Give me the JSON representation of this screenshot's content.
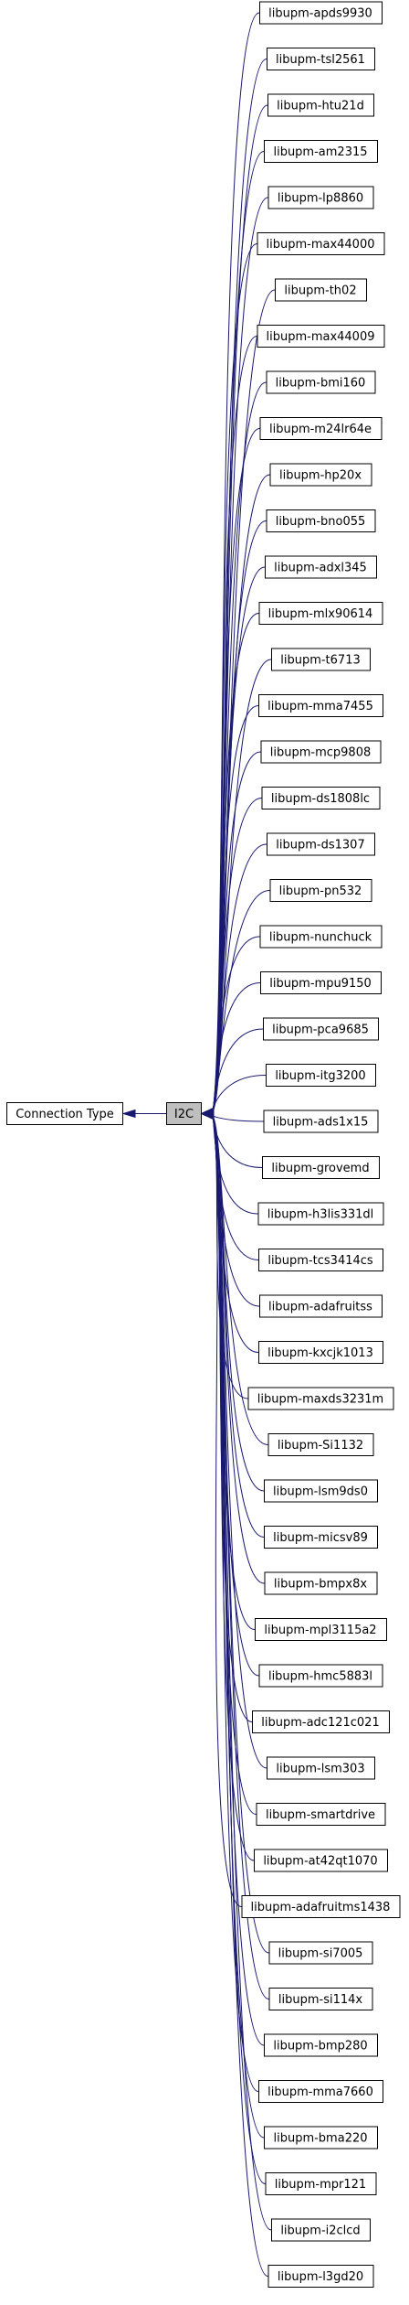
{
  "graph": {
    "root": "Connection Type",
    "center": "I2C",
    "children": [
      "libupm-apds9930",
      "libupm-tsl2561",
      "libupm-htu21d",
      "libupm-am2315",
      "libupm-lp8860",
      "libupm-max44000",
      "libupm-th02",
      "libupm-max44009",
      "libupm-bmi160",
      "libupm-m24lr64e",
      "libupm-hp20x",
      "libupm-bno055",
      "libupm-adxl345",
      "libupm-mlx90614",
      "libupm-t6713",
      "libupm-mma7455",
      "libupm-mcp9808",
      "libupm-ds1808lc",
      "libupm-ds1307",
      "libupm-pn532",
      "libupm-nunchuck",
      "libupm-mpu9150",
      "libupm-pca9685",
      "libupm-itg3200",
      "libupm-ads1x15",
      "libupm-grovemd",
      "libupm-h3lis331dl",
      "libupm-tcs3414cs",
      "libupm-adafruitss",
      "libupm-kxcjk1013",
      "libupm-maxds3231m",
      "libupm-Si1132",
      "libupm-lsm9ds0",
      "libupm-micsv89",
      "libupm-bmpx8x",
      "libupm-mpl3115a2",
      "libupm-hmc5883l",
      "libupm-adc121c021",
      "libupm-lsm303",
      "libupm-smartdrive",
      "libupm-at42qt1070",
      "libupm-adafruitms1438",
      "libupm-si7005",
      "libupm-si114x",
      "libupm-bmp280",
      "libupm-mma7660",
      "libupm-bma220",
      "libupm-mpr121",
      "libupm-i2clcd",
      "libupm-l3gd20"
    ],
    "colors": {
      "edge": "#191970",
      "center_fill": "#bfbfbf",
      "node_fill": "#ffffff",
      "border": "#000000"
    }
  }
}
